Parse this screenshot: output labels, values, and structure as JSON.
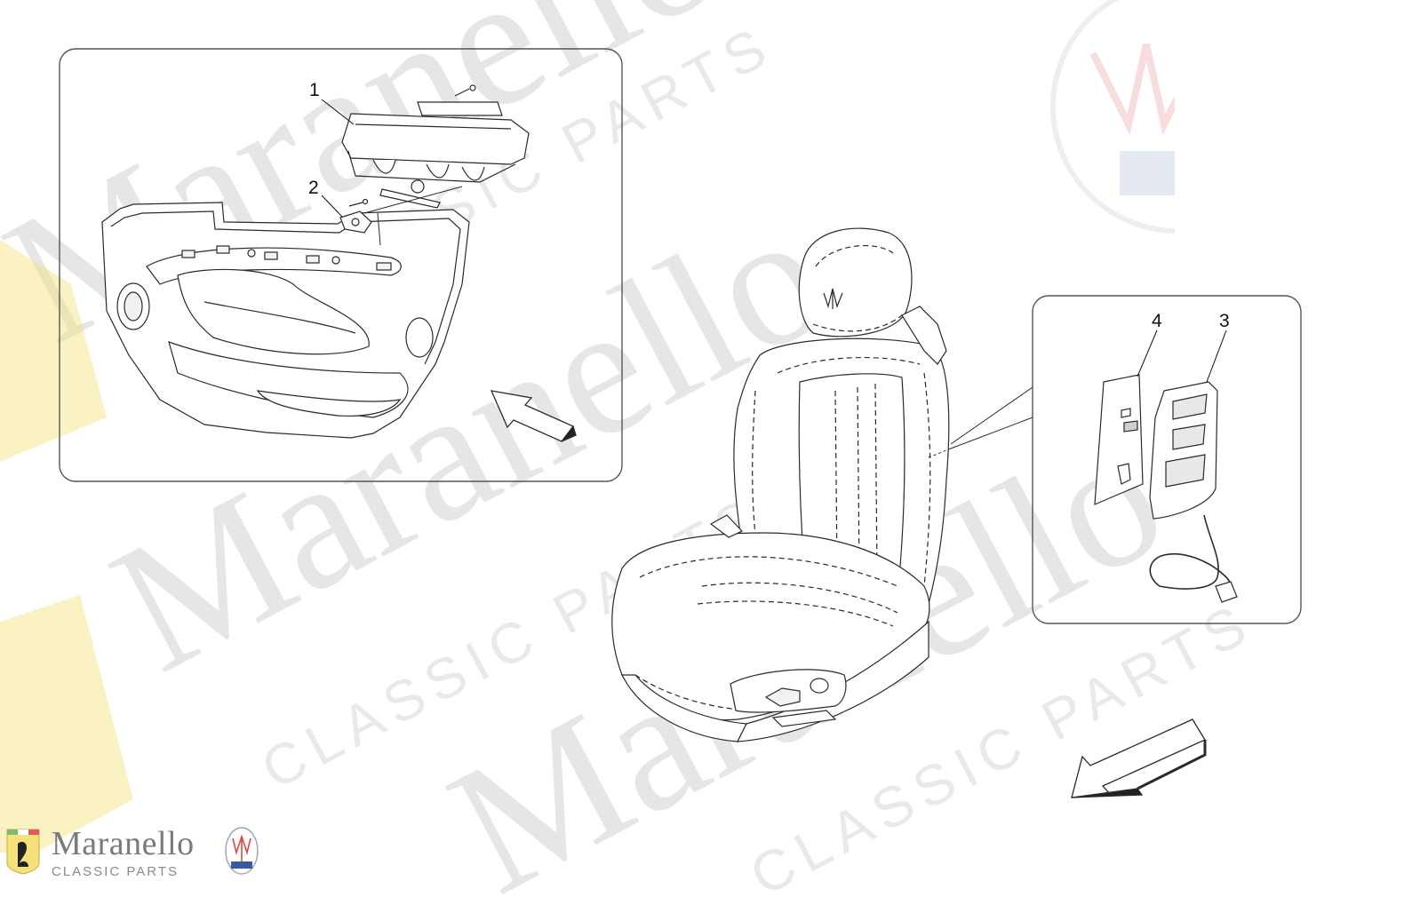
{
  "callouts": {
    "c1": "1",
    "c2": "2",
    "c3": "3",
    "c4": "4"
  },
  "watermark": {
    "word": "Maranello",
    "sub": "CLASSIC PARTS"
  },
  "branding": {
    "logo_word": "Maranello",
    "logo_sub": "CLASSIC PARTS"
  },
  "colors": {
    "line": "#2a2a2a",
    "panel_border": "#555555",
    "watermark": "#d9d9d9",
    "ferrari_yellow": "#f6e27a"
  },
  "icons": [
    "ferrari-shield-icon",
    "maserati-trident-icon",
    "direction-arrow-icon"
  ]
}
